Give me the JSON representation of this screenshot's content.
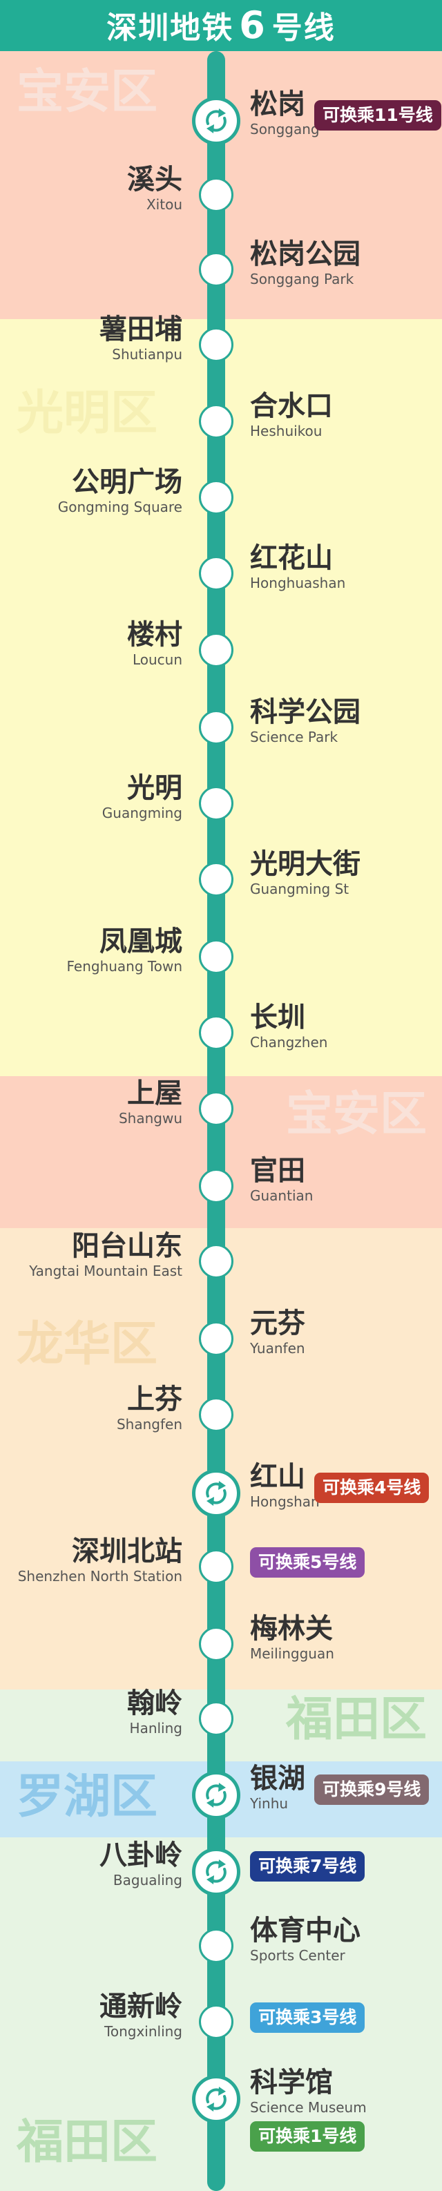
{
  "title": {
    "prefix": "深圳地铁",
    "line_no": "6",
    "suffix": "号线"
  },
  "colors": {
    "line": "#28a996",
    "header": "#22ad95"
  },
  "bands": [
    {
      "name": "宝安区",
      "color": "#fdd2c0",
      "text_color": "#f9e2d9",
      "label_side": "left"
    },
    {
      "name": "光明区",
      "color": "#fdfac6",
      "text_color": "#f6f0b4",
      "label_side": "left"
    },
    {
      "name": "宝安区",
      "color": "#fdd2c0",
      "text_color": "#f9e2d9",
      "label_side": "right"
    },
    {
      "name": "龙华区",
      "color": "#fde9cc",
      "text_color": "#f6dbb0",
      "label_side": "left"
    },
    {
      "name": "福田区",
      "color": "#e7f4e3",
      "text_color": "#b9dfb5",
      "label_side": "right"
    },
    {
      "name": "罗湖区",
      "color": "#c7e6f6",
      "text_color": "#8fc8ea",
      "label_side": "left"
    },
    {
      "name": "福田区",
      "color": "#e7f4e3",
      "text_color": "#b9dfb5",
      "label_side": "left"
    }
  ],
  "stations": [
    {
      "cn": "松岗",
      "en": "Songgang",
      "side": "right",
      "transfer": true,
      "badge": "可换乘11号线",
      "badge_color": "#6a1f42"
    },
    {
      "cn": "溪头",
      "en": "Xitou",
      "side": "left",
      "transfer": false
    },
    {
      "cn": "松岗公园",
      "en": "Songgang Park",
      "side": "right",
      "transfer": false
    },
    {
      "cn": "薯田埔",
      "en": "Shutianpu",
      "side": "left",
      "transfer": false
    },
    {
      "cn": "合水口",
      "en": "Heshuikou",
      "side": "right",
      "transfer": false
    },
    {
      "cn": "公明广场",
      "en": "Gongming Square",
      "side": "left",
      "transfer": false
    },
    {
      "cn": "红花山",
      "en": "Honghuashan",
      "side": "right",
      "transfer": false
    },
    {
      "cn": "楼村",
      "en": "Loucun",
      "side": "left",
      "transfer": false
    },
    {
      "cn": "科学公园",
      "en": "Science Park",
      "side": "right",
      "transfer": false
    },
    {
      "cn": "光明",
      "en": "Guangming",
      "side": "left",
      "transfer": false
    },
    {
      "cn": "光明大街",
      "en": "Guangming St",
      "side": "right",
      "transfer": false
    },
    {
      "cn": "凤凰城",
      "en": "Fenghuang Town",
      "side": "left",
      "transfer": false
    },
    {
      "cn": "长圳",
      "en": "Changzhen",
      "side": "right",
      "transfer": false
    },
    {
      "cn": "上屋",
      "en": "Shangwu",
      "side": "left",
      "transfer": false
    },
    {
      "cn": "官田",
      "en": "Guantian",
      "side": "right",
      "transfer": false
    },
    {
      "cn": "阳台山东",
      "en": "Yangtai Mountain East",
      "side": "left",
      "transfer": false
    },
    {
      "cn": "元芬",
      "en": "Yuanfen",
      "side": "right",
      "transfer": false
    },
    {
      "cn": "上芬",
      "en": "Shangfen",
      "side": "left",
      "transfer": false
    },
    {
      "cn": "红山",
      "en": "Hongshan",
      "side": "right",
      "transfer": true,
      "badge": "可换乘4号线",
      "badge_color": "#c9412b"
    },
    {
      "cn": "深圳北站",
      "en": "Shenzhen North Station",
      "side": "left",
      "transfer": false,
      "badge": "可换乘5号线",
      "badge_color": "#8e4fa6"
    },
    {
      "cn": "梅林关",
      "en": "Meilingguan",
      "side": "right",
      "transfer": false
    },
    {
      "cn": "翰岭",
      "en": "Hanling",
      "side": "left",
      "transfer": false
    },
    {
      "cn": "银湖",
      "en": "Yinhu",
      "side": "right",
      "transfer": true,
      "badge": "可换乘9号线",
      "badge_color": "#82696f"
    },
    {
      "cn": "八卦岭",
      "en": "Bagualing",
      "side": "left",
      "transfer": true,
      "badge": "可换乘7号线",
      "badge_color": "#1f3d8f"
    },
    {
      "cn": "体育中心",
      "en": "Sports Center",
      "side": "right",
      "transfer": false
    },
    {
      "cn": "通新岭",
      "en": "Tongxinling",
      "side": "left",
      "transfer": false,
      "badge": "可换乘3号线",
      "badge_color": "#3fa3d9"
    },
    {
      "cn": "科学馆",
      "en": "Science Museum",
      "side": "right",
      "transfer": true,
      "badge": "可换乘1号线",
      "badge_color": "#4aa14b"
    }
  ]
}
